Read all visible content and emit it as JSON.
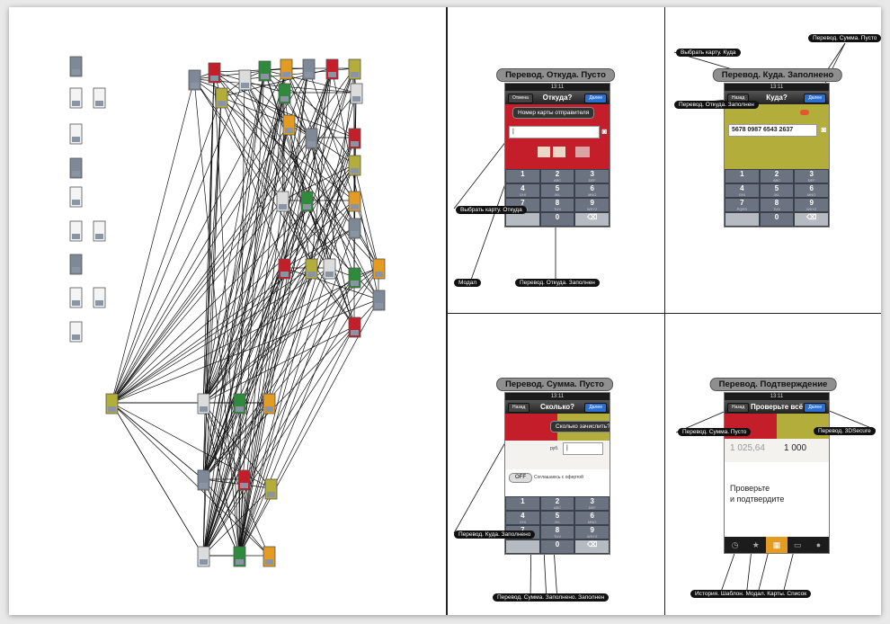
{
  "panels": {
    "p1": {
      "title": "Перевод. Откуда. Пусто",
      "status_time": "13:11",
      "nav_title": "Откуда?",
      "nav_left": "Отмена",
      "nav_right": "Далее",
      "tooltip": "Номер карты отправителя",
      "keys": [
        [
          "1",
          ""
        ],
        [
          "2",
          "ABC"
        ],
        [
          "3",
          "DEF"
        ],
        [
          "4",
          "GHI"
        ],
        [
          "5",
          "JKL"
        ],
        [
          "6",
          "MNO"
        ],
        [
          "7",
          "PQRS"
        ],
        [
          "8",
          "TUV"
        ],
        [
          "9",
          "WXYZ"
        ],
        [
          "",
          ""
        ],
        [
          "0",
          ""
        ],
        [
          "⌫",
          ""
        ]
      ],
      "callouts": [
        "Выбрать карту. Откуда",
        "Модал",
        "Перевод. Откуда. Заполнен"
      ]
    },
    "p2": {
      "title": "Перевод. Куда. Заполнено",
      "status_time": "13:11",
      "nav_title": "Куда?",
      "nav_left": "Назад",
      "nav_right": "Далее",
      "card_number": "5678 0987 6543 2637",
      "keys": [
        [
          "1",
          ""
        ],
        [
          "2",
          "ABC"
        ],
        [
          "3",
          "DEF"
        ],
        [
          "4",
          "GHI"
        ],
        [
          "5",
          "JKL"
        ],
        [
          "6",
          "MNO"
        ],
        [
          "7",
          "PQRS"
        ],
        [
          "8",
          "TUV"
        ],
        [
          "9",
          "WXYZ"
        ],
        [
          "",
          ""
        ],
        [
          "0",
          ""
        ],
        [
          "⌫",
          ""
        ]
      ],
      "callouts": [
        "Выбрать карту. Куда",
        "Перевод. Сумма. Пусто",
        "Перевод. Откуда. Заполнен"
      ]
    },
    "p3": {
      "title": "Перевод. Сумма. Пусто",
      "status_time": "13:11",
      "nav_title": "Сколько?",
      "nav_left": "Назад",
      "nav_right": "Далее",
      "tooltip": "Сколько зачислить?",
      "currency": "руб.",
      "toggle": "OFF",
      "agree_text": "Соглашаюсь с офертой",
      "keys": [
        [
          "1",
          ""
        ],
        [
          "2",
          "ABC"
        ],
        [
          "3",
          "DEF"
        ],
        [
          "4",
          "GHI"
        ],
        [
          "5",
          "JKL"
        ],
        [
          "6",
          "MNO"
        ],
        [
          "7",
          "PQRS"
        ],
        [
          "8",
          "TUV"
        ],
        [
          "9",
          "WXYZ"
        ],
        [
          "",
          ""
        ],
        [
          "0",
          ""
        ],
        [
          "⌫",
          ""
        ]
      ],
      "callouts": [
        "Перевод. Куда. Заполнено",
        "Перевод. Сумма. Заполнено. Заполнен"
      ]
    },
    "p4": {
      "title": "Перевод. Подтверждение",
      "status_time": "13:11",
      "nav_title": "Проверьте всё",
      "nav_left": "Назад",
      "nav_right": "Далее",
      "amount_from": "1 025,64",
      "amount_to": "1 000",
      "check_text_1": "Проверьте",
      "check_text_2": "и подтвердите",
      "callouts": [
        "Перевод. Сумма. Пусто",
        "Перевод. 3DSecure",
        "История. Шаблон. Модал. Карты. Список"
      ]
    }
  },
  "accent": "#2b6fd1",
  "card_red": "#c41e2a",
  "card_olive": "#b3ad3b"
}
